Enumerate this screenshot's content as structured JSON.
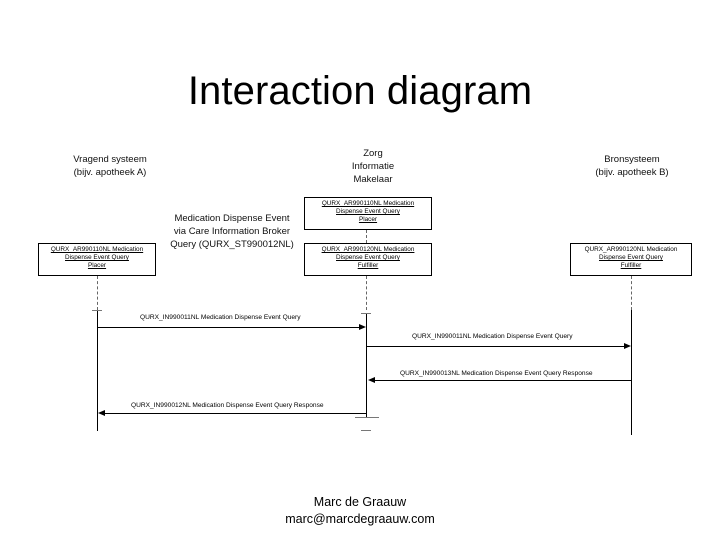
{
  "slide": {
    "title": "Interaction diagram"
  },
  "diagram": {
    "type": "uml-sequence-diagram",
    "actors": [
      {
        "id": "requester",
        "label": "Vragend systeem\n(bijv. apotheek A)"
      },
      {
        "id": "broker",
        "label": "Zorg\nInformatie\nMakelaar"
      },
      {
        "id": "source",
        "label": "Bronsysteem\n(bijv. apotheek B)"
      }
    ],
    "note": "Medication Dispense Event\nvia Care Information Broker\nQuery (QURX_ST990012NL)",
    "role_boxes": [
      {
        "id": "requester-placer",
        "lines": [
          "QURX_AR990110NL Medication",
          "Dispense Event Query",
          "Placer"
        ]
      },
      {
        "id": "broker-placer",
        "lines": [
          "QURX_AR990110NL Medication",
          "Dispense Event Query",
          "Placer"
        ]
      },
      {
        "id": "broker-fulfiller",
        "lines": [
          "QURX_AR990120NL Medication",
          "Dispense Event Query",
          "Fulfiller"
        ]
      },
      {
        "id": "source-fulfiller",
        "lines": [
          "QURX_AR990120NL Medication",
          "Dispense Event Query",
          "Fulfiller"
        ]
      }
    ],
    "messages": [
      {
        "id": "msg-1",
        "label": "QURX_IN990011NL Medication Dispense Event Query",
        "from": "requester",
        "to": "broker",
        "direction": "right"
      },
      {
        "id": "msg-2",
        "label": "QURX_IN990011NL Medication Dispense Event Query",
        "from": "broker",
        "to": "source",
        "direction": "right"
      },
      {
        "id": "msg-3",
        "label": "QURX_IN990013NL Medication Dispense Event Query Response",
        "from": "source",
        "to": "broker",
        "direction": "left"
      },
      {
        "id": "msg-4",
        "label": "QURX_IN990012NL Medication Dispense Event Query Response",
        "from": "broker",
        "to": "requester",
        "direction": "left"
      }
    ]
  },
  "footer": {
    "author": "Marc de Graauw",
    "email": "marc@marcdegraauw.com"
  }
}
